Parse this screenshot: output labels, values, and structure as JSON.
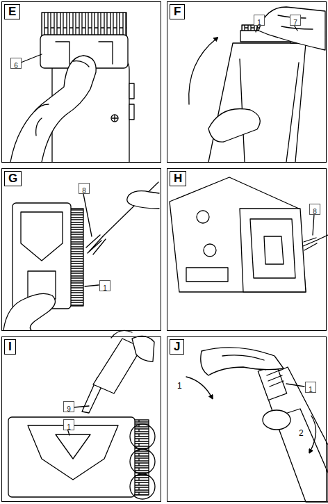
{
  "diagram": {
    "nodes": [
      {
        "text": [
          "E"
        ]
      },
      {
        "text": [
          "6"
        ],
        "in": 0
      },
      {
        "text": [
          "F"
        ]
      },
      {
        "text": [
          "1"
        ],
        "in": 2
      },
      {
        "text": [
          "7"
        ],
        "in": 2
      },
      {
        "text": [
          "G"
        ]
      },
      {
        "text": [
          "8"
        ],
        "in": 5
      },
      {
        "text": [
          "1"
        ],
        "in": 5
      },
      {
        "text": [
          "H"
        ]
      },
      {
        "text": [
          "8"
        ],
        "in": 8
      },
      {
        "text": [
          "I"
        ]
      },
      {
        "text": [
          "9"
        ],
        "in": 10
      },
      {
        "text": [
          "1"
        ],
        "in": 10
      },
      {
        "text": [
          "J"
        ]
      },
      {
        "text": [
          "1"
        ],
        "in": 13
      }
    ],
    "labels": [
      "1",
      "2"
    ]
  }
}
